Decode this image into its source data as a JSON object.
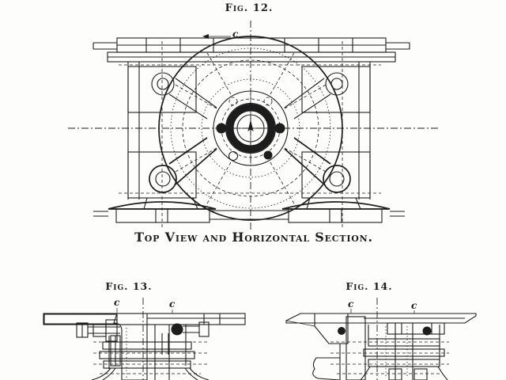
{
  "page": {
    "paper_color": "#fdfdfb",
    "ink_color": "#1d1d1d"
  },
  "figures": {
    "fig12": {
      "label": "Fig. 12.",
      "caption": "Top View and Horizontal Section.",
      "marker_c": "c"
    },
    "fig13": {
      "label": "Fig. 13.",
      "marker_c_left": "c",
      "marker_c_right": "c"
    },
    "fig14": {
      "label": "Fig. 14.",
      "marker_c_left": "c",
      "marker_c_right": "c"
    }
  }
}
